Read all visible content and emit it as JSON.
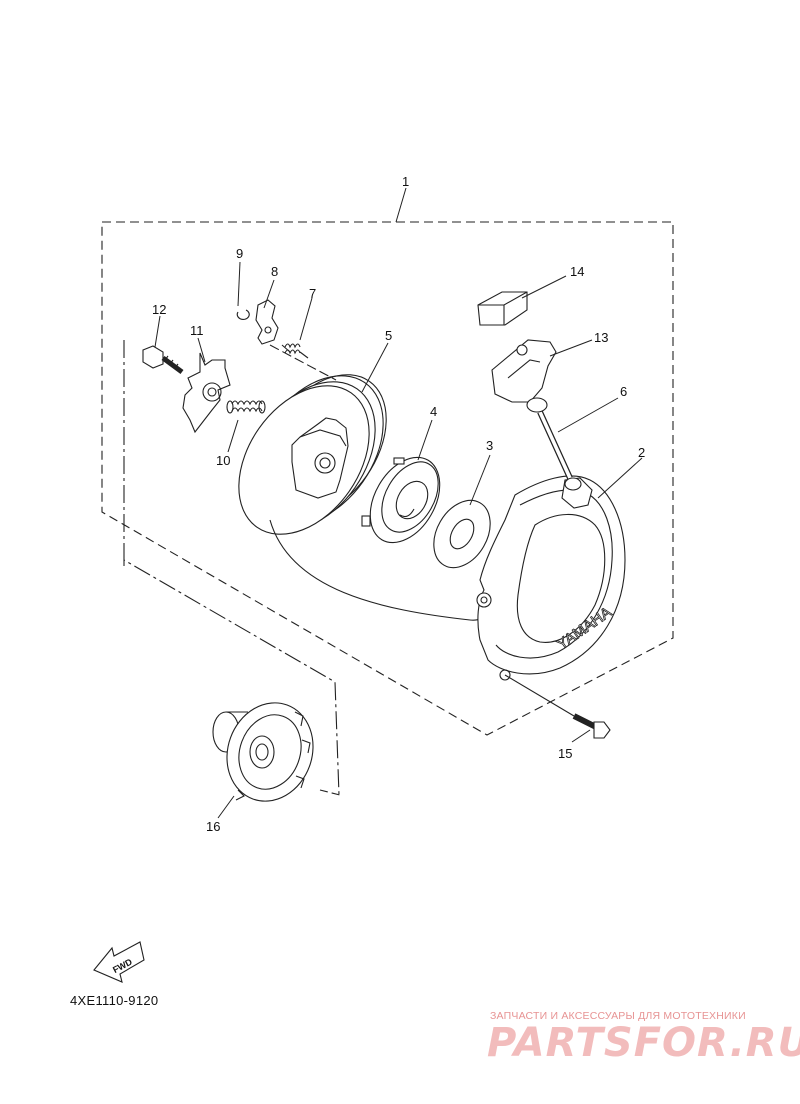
{
  "callouts": {
    "c1": "1",
    "c2": "2",
    "c3": "3",
    "c4": "4",
    "c5": "5",
    "c6": "6",
    "c7": "7",
    "c8": "8",
    "c9": "9",
    "c10": "10",
    "c11": "11",
    "c12": "12",
    "c13": "13",
    "c14": "14",
    "c15": "15",
    "c16": "16"
  },
  "cover_brand": "YAMAHA",
  "fwd_label": "FWD",
  "diagram_code": "4XE1110-9120",
  "watermark": {
    "tagline": "ЗАПЧАСТИ И АКСЕССУАРЫ ДЛЯ МОТОТЕХНИКИ",
    "brand": "PARTSFOR.RU"
  },
  "colors": {
    "line": "#222222",
    "watermark": "#f2bcbc"
  }
}
